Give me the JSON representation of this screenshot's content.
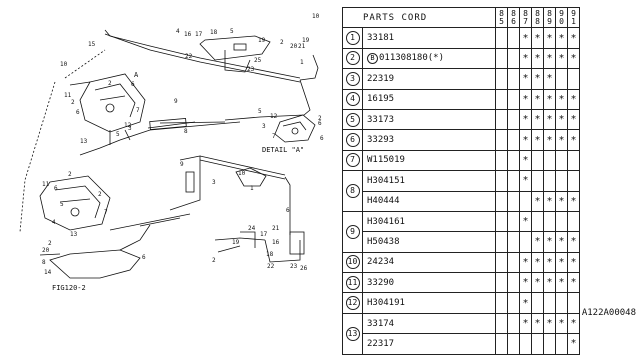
{
  "table": {
    "header_code": "PARTS CORD",
    "years": [
      [
        "8",
        "5"
      ],
      [
        "8",
        "6"
      ],
      [
        "8",
        "7"
      ],
      [
        "8",
        "8"
      ],
      [
        "8",
        "9"
      ],
      [
        "9",
        "0"
      ],
      [
        "9",
        "1"
      ]
    ],
    "rows": [
      {
        "idx": "1",
        "code": "33181",
        "marks": [
          "",
          "",
          "*",
          "*",
          "*",
          "*",
          "*"
        ]
      },
      {
        "idx": "2",
        "code": "011308180(*)",
        "prefix": "B",
        "marks": [
          "",
          "",
          "*",
          "*",
          "*",
          "*",
          "*"
        ]
      },
      {
        "idx": "3",
        "code": "22319",
        "marks": [
          "",
          "",
          "*",
          "*",
          "*",
          "",
          ""
        ]
      },
      {
        "idx": "4",
        "code": "16195",
        "marks": [
          "",
          "",
          "*",
          "*",
          "*",
          "*",
          "*"
        ]
      },
      {
        "idx": "5",
        "code": "33173",
        "marks": [
          "",
          "",
          "*",
          "*",
          "*",
          "*",
          "*"
        ]
      },
      {
        "idx": "6",
        "code": "33293",
        "marks": [
          "",
          "",
          "*",
          "*",
          "*",
          "*",
          "*"
        ]
      },
      {
        "idx": "7",
        "code": "W115019",
        "marks": [
          "",
          "",
          "*",
          "",
          "",
          "",
          ""
        ]
      },
      {
        "idx": "8",
        "code": "H304151",
        "marks": [
          "",
          "",
          "*",
          "",
          "",
          "",
          ""
        ]
      },
      {
        "idx": "",
        "code": "H40444",
        "marks": [
          "",
          "",
          "",
          "*",
          "*",
          "*",
          "*"
        ]
      },
      {
        "idx": "9",
        "code": "H304161",
        "marks": [
          "",
          "",
          "*",
          "",
          "",
          "",
          ""
        ]
      },
      {
        "idx": "",
        "code": "H50438",
        "marks": [
          "",
          "",
          "",
          "*",
          "*",
          "*",
          "*"
        ]
      },
      {
        "idx": "10",
        "code": "24234",
        "marks": [
          "",
          "",
          "*",
          "*",
          "*",
          "*",
          "*"
        ]
      },
      {
        "idx": "11",
        "code": "33290",
        "marks": [
          "",
          "",
          "*",
          "*",
          "*",
          "*",
          "*"
        ]
      },
      {
        "idx": "12",
        "code": "H304191",
        "marks": [
          "",
          "",
          "*",
          "",
          "",
          "",
          ""
        ]
      },
      {
        "idx": "13",
        "code": "33174",
        "marks": [
          "",
          "",
          "*",
          "*",
          "*",
          "*",
          "*"
        ]
      },
      {
        "idx": "",
        "code": "22317",
        "marks": [
          "",
          "",
          "",
          "",
          "",
          "",
          "*"
        ]
      }
    ]
  },
  "diagram": {
    "detail_label": "DETAIL \"A\"",
    "fig_label": "FIG120-2",
    "callout_a": "A",
    "callouts": [
      "1",
      "2",
      "3",
      "4",
      "5",
      "6",
      "7",
      "8",
      "9",
      "10",
      "11",
      "12",
      "13",
      "14",
      "15",
      "16",
      "17",
      "18",
      "19",
      "20",
      "21",
      "22",
      "23",
      "24",
      "25",
      "26"
    ]
  },
  "footer": {
    "code": "A122A00048"
  }
}
